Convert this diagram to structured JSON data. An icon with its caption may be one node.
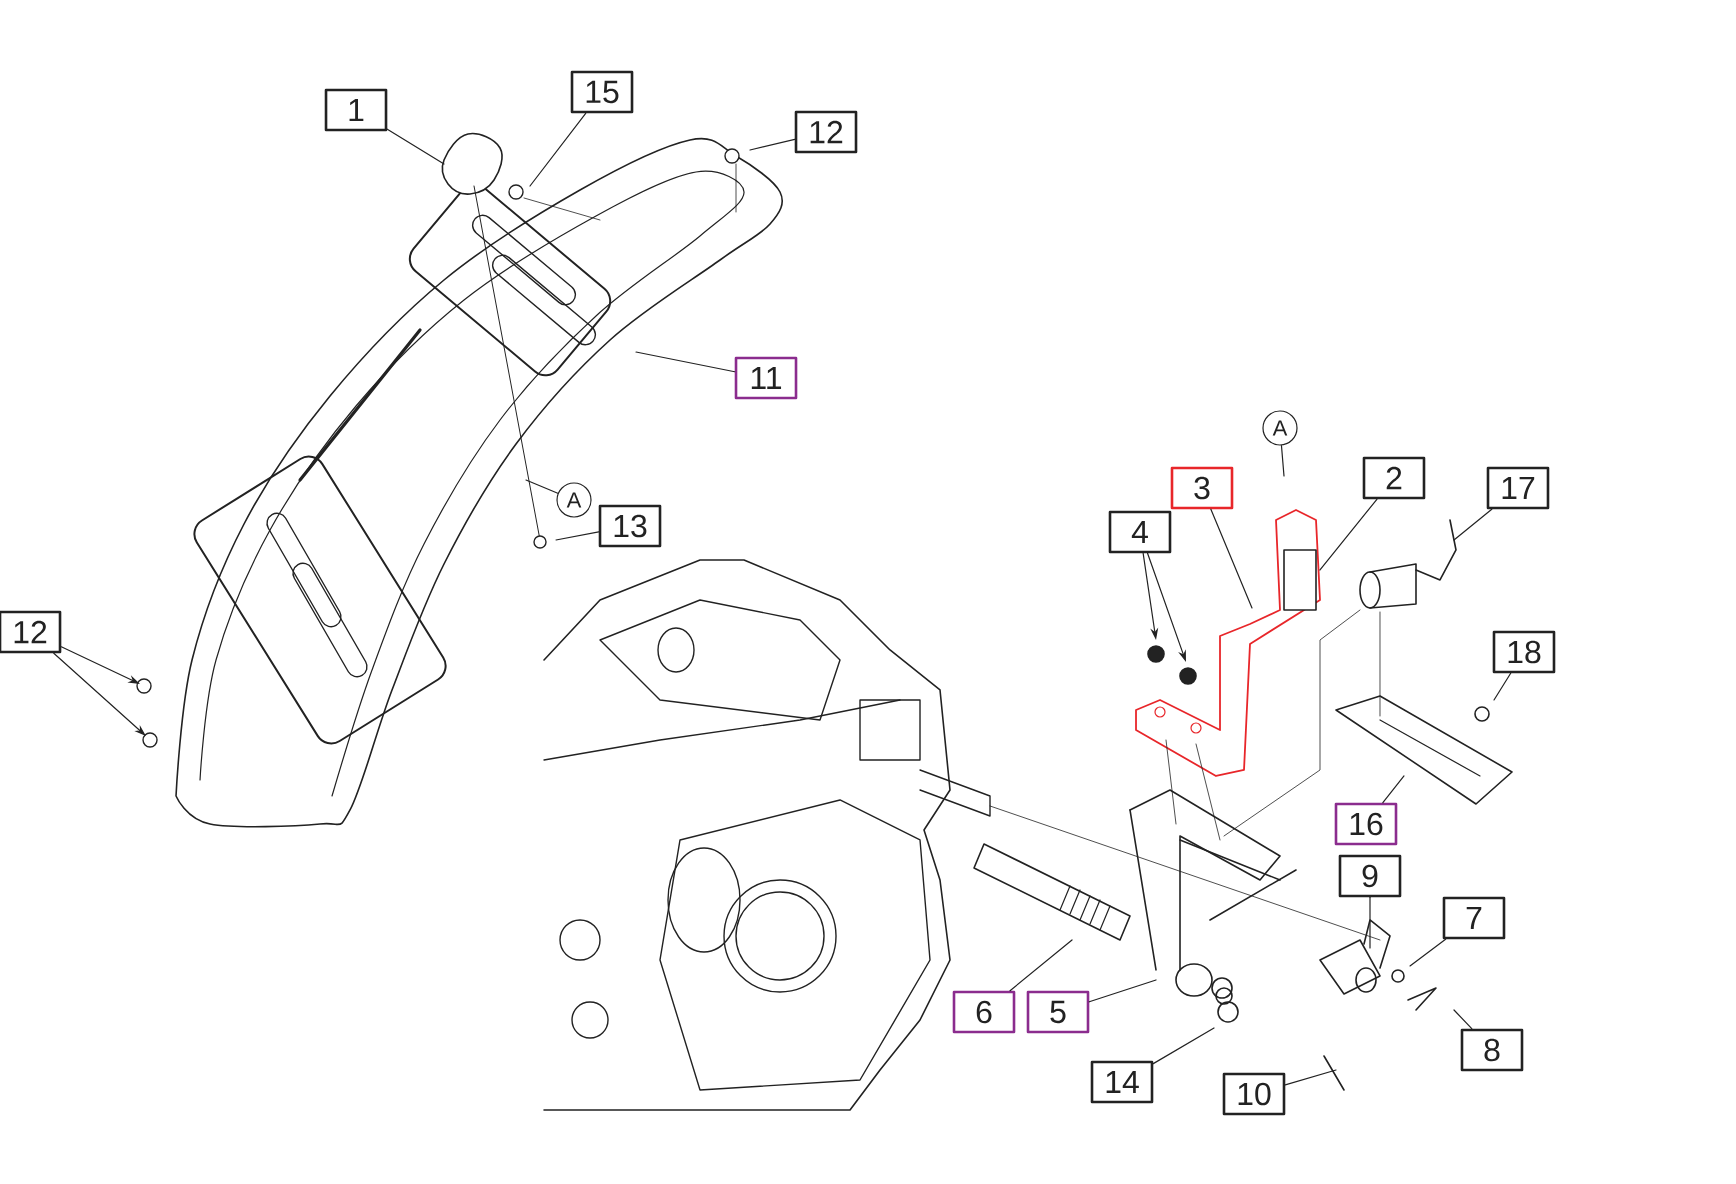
{
  "diagram": {
    "nodes": [
      {
        "text": [
          "1"
        ]
      },
      {
        "text": [
          "15"
        ]
      },
      {
        "text": [
          "12"
        ]
      },
      {
        "text": [
          "11"
        ]
      },
      {
        "text": [
          "A"
        ]
      },
      {
        "text": [
          "13"
        ]
      },
      {
        "text": [
          "A"
        ]
      },
      {
        "text": [
          "3"
        ]
      },
      {
        "text": [
          "2"
        ]
      },
      {
        "text": [
          "17"
        ]
      },
      {
        "text": [
          "4"
        ]
      },
      {
        "text": [
          "18"
        ]
      },
      {
        "text": [
          "12"
        ]
      },
      {
        "text": [
          "16"
        ]
      },
      {
        "text": [
          "9"
        ]
      },
      {
        "text": [
          "7"
        ]
      },
      {
        "text": [
          "6"
        ]
      },
      {
        "text": [
          "5"
        ]
      },
      {
        "text": [
          "8"
        ]
      },
      {
        "text": [
          "14"
        ]
      },
      {
        "text": [
          "10"
        ]
      }
    ],
    "edges": [
      {
        "from": 0,
        "to": null,
        "arrow": "none"
      },
      {
        "from": 1,
        "to": null,
        "arrow": "none"
      },
      {
        "from": 2,
        "to": null,
        "arrow": "none"
      },
      {
        "from": 3,
        "to": null,
        "arrow": "none"
      },
      {
        "from": 4,
        "to": null,
        "arrow": "none"
      },
      {
        "from": 5,
        "to": null,
        "arrow": "none"
      },
      {
        "from": 6,
        "to": null,
        "arrow": "none"
      },
      {
        "from": 7,
        "to": null,
        "arrow": "none"
      },
      {
        "from": 8,
        "to": null,
        "arrow": "none"
      },
      {
        "from": 9,
        "to": null,
        "arrow": "none"
      },
      {
        "from": 10,
        "to": null,
        "arrow": "to"
      },
      {
        "from": 10,
        "to": null,
        "arrow": "to"
      },
      {
        "from": 11,
        "to": null,
        "arrow": "none"
      },
      {
        "from": 12,
        "to": null,
        "arrow": "to"
      },
      {
        "from": 12,
        "to": null,
        "arrow": "to"
      },
      {
        "from": 13,
        "to": null,
        "arrow": "none"
      },
      {
        "from": 14,
        "to": null,
        "arrow": "none"
      },
      {
        "from": 15,
        "to": null,
        "arrow": "none"
      },
      {
        "from": 16,
        "to": null,
        "arrow": "none"
      },
      {
        "from": 17,
        "to": null,
        "arrow": "none"
      },
      {
        "from": 18,
        "to": null,
        "arrow": "none"
      },
      {
        "from": 19,
        "to": null,
        "arrow": "none"
      },
      {
        "from": 20,
        "to": null,
        "arrow": "none"
      }
    ]
  }
}
